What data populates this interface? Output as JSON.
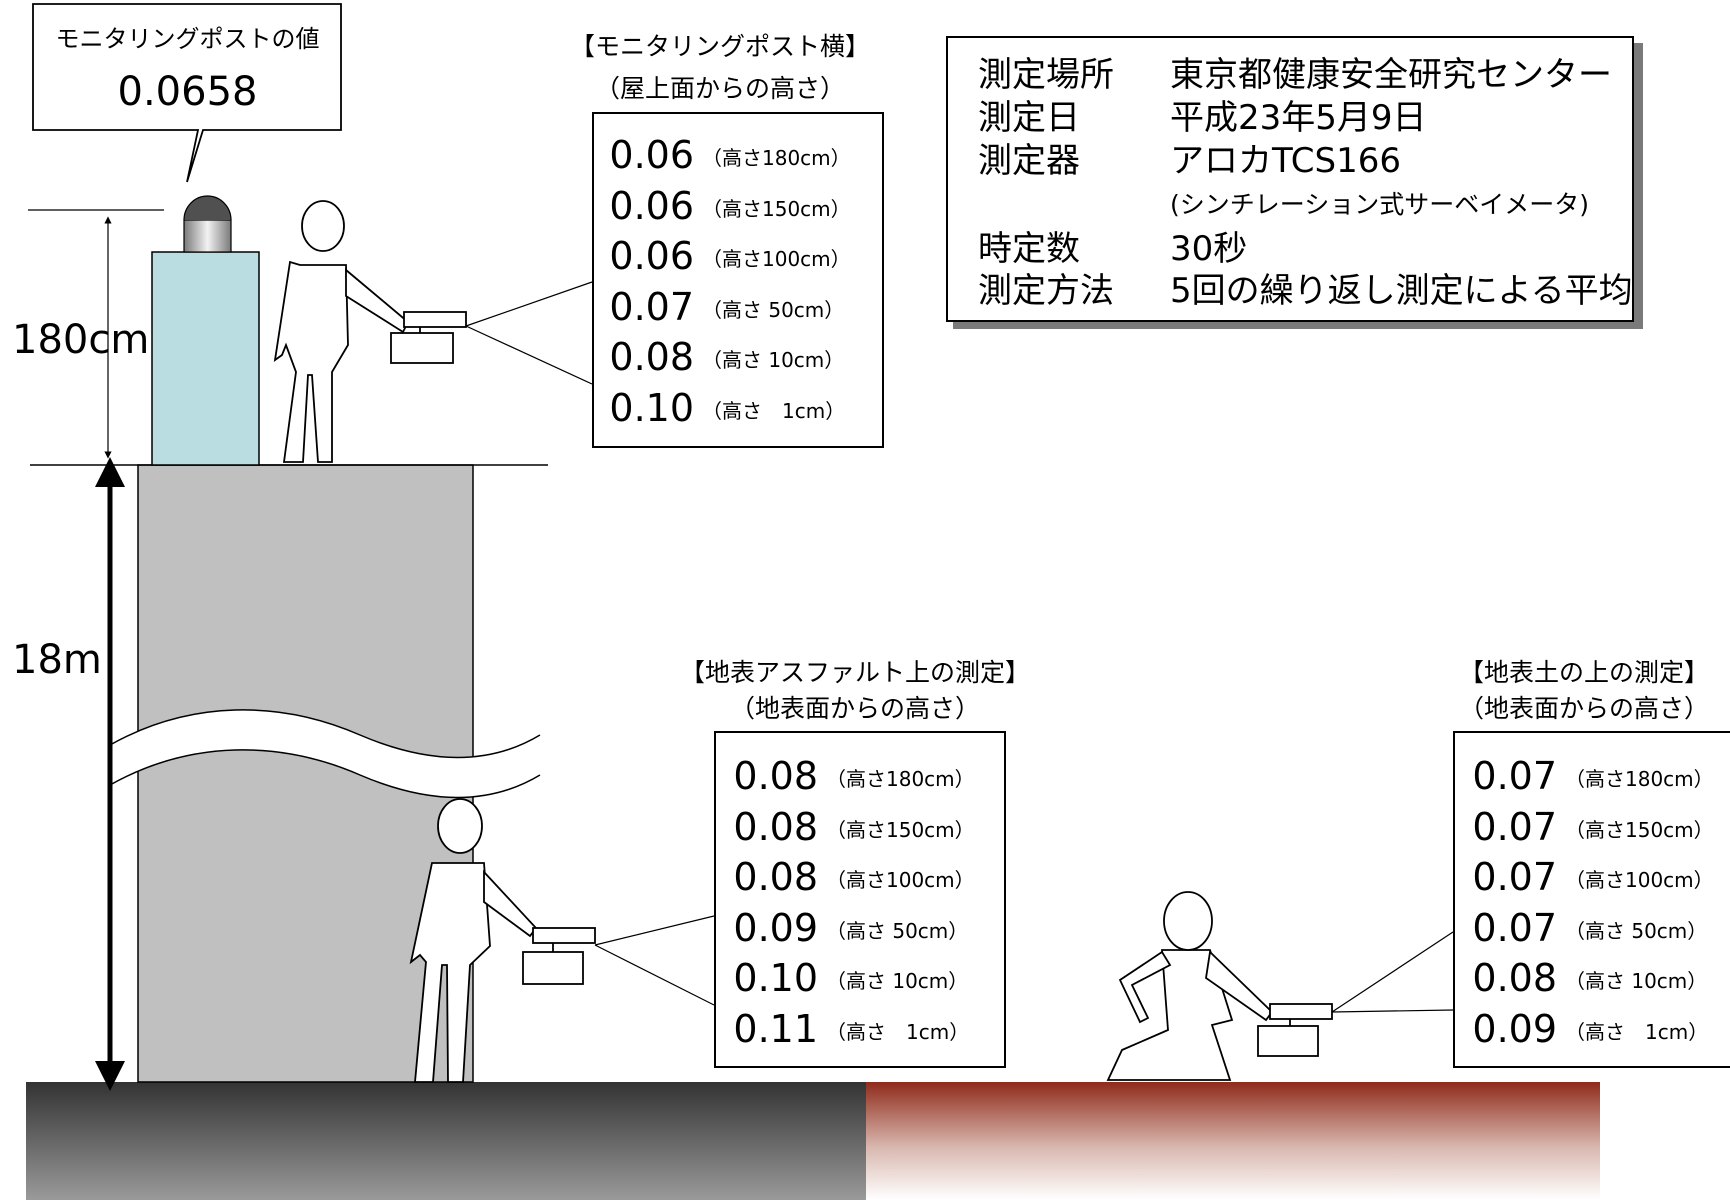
{
  "monitoring_post": {
    "title": "モニタリングポストの値",
    "value": "0.0658"
  },
  "height_labels": {
    "post_height": "180cm",
    "building_height": "18m"
  },
  "info_box": {
    "rows": [
      {
        "label": "測定場所",
        "value": "東京都健康安全研究センター"
      },
      {
        "label": "測定日",
        "value": "平成23年5月9日"
      },
      {
        "label": "測定器",
        "value": "アロカTCS166"
      },
      {
        "label": "",
        "value": "(シンチレーション式サーベイメータ)"
      },
      {
        "label": "時定数",
        "value": "30秒"
      },
      {
        "label": "測定方法",
        "value": "5回の繰り返し測定による平均"
      }
    ]
  },
  "rooftop": {
    "title": "【モニタリングポスト横】",
    "subtitle": "（屋上面からの高さ）",
    "readings": [
      {
        "value": "0.06",
        "note": "（高さ180cm）"
      },
      {
        "value": "0.06",
        "note": "（高さ150cm）"
      },
      {
        "value": "0.06",
        "note": "（高さ100cm）"
      },
      {
        "value": "0.07",
        "note": "（高さ 50cm）"
      },
      {
        "value": "0.08",
        "note": "（高さ 10cm）"
      },
      {
        "value": "0.10",
        "note": "（高さ　1cm）"
      }
    ]
  },
  "asphalt": {
    "title": "【地表アスファルト上の測定】",
    "subtitle": "（地表面からの高さ）",
    "readings": [
      {
        "value": "0.08",
        "note": "（高さ180cm）"
      },
      {
        "value": "0.08",
        "note": "（高さ150cm）"
      },
      {
        "value": "0.08",
        "note": "（高さ100cm）"
      },
      {
        "value": "0.09",
        "note": "（高さ 50cm）"
      },
      {
        "value": "0.10",
        "note": "（高さ 10cm）"
      },
      {
        "value": "0.11",
        "note": "（高さ　1cm）"
      }
    ]
  },
  "soil": {
    "title": "【地表土の上の測定】",
    "subtitle": "（地表面からの高さ）",
    "readings": [
      {
        "value": "0.07",
        "note": "（高さ180cm）"
      },
      {
        "value": "0.07",
        "note": "（高さ150cm）"
      },
      {
        "value": "0.07",
        "note": "（高さ100cm）"
      },
      {
        "value": "0.07",
        "note": "（高さ 50cm）"
      },
      {
        "value": "0.08",
        "note": "（高さ 10cm）"
      },
      {
        "value": "0.09",
        "note": "（高さ　1cm）"
      }
    ]
  },
  "colors": {
    "post_fill": "#b9dde0",
    "building_fill": "#c0c0c0",
    "asphalt_top": "#3a3a3a",
    "soil_top": "#9a3020"
  }
}
